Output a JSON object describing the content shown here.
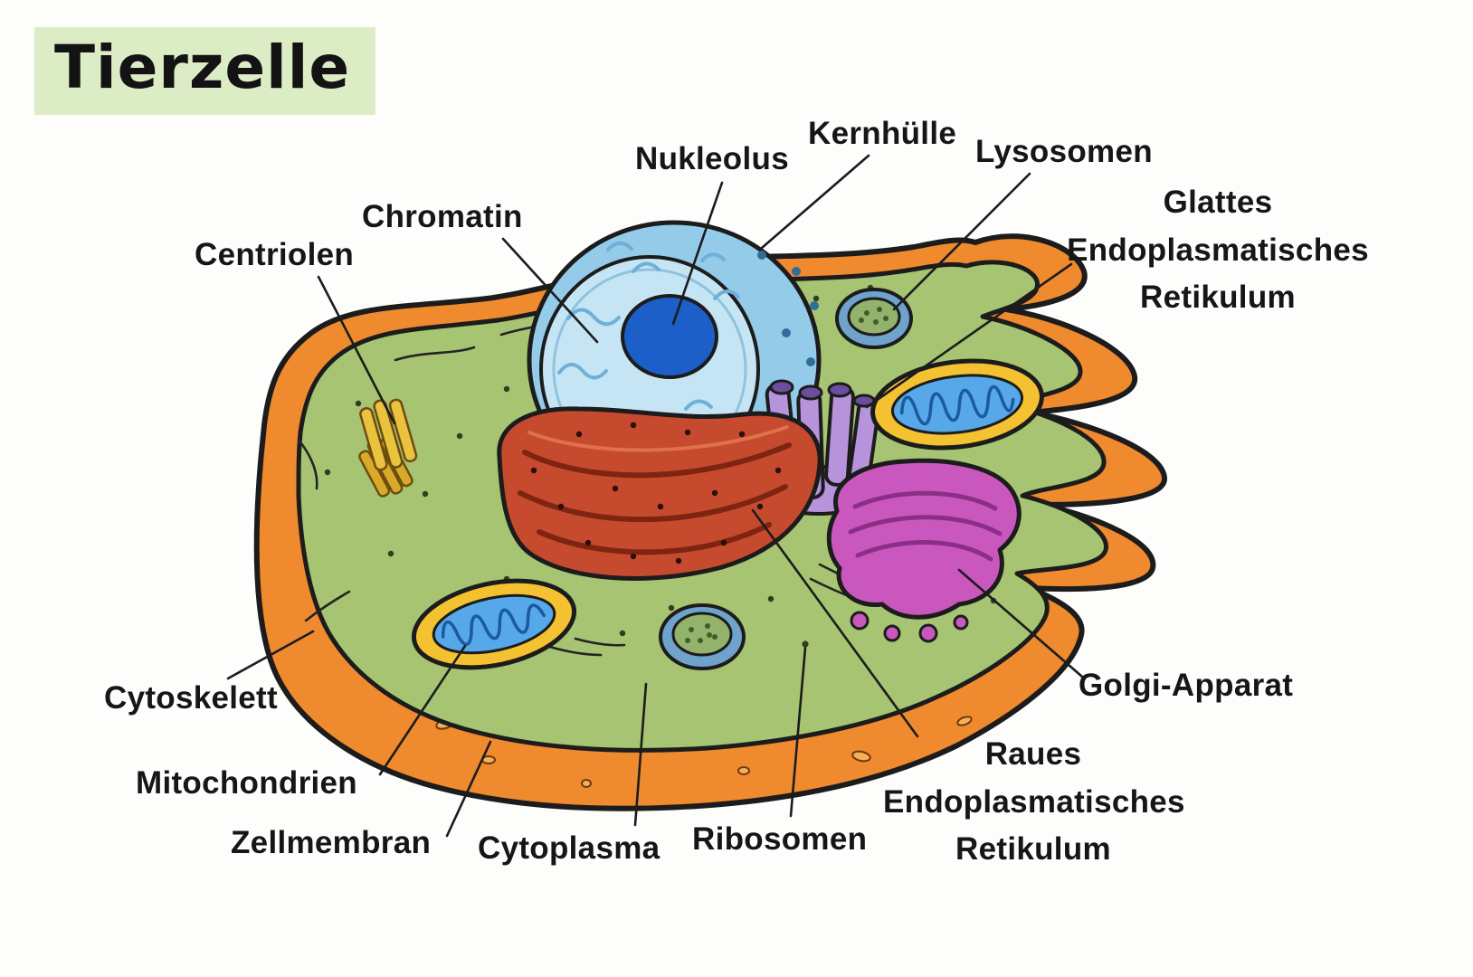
{
  "title": {
    "text": "Tierzelle"
  },
  "palette": {
    "title_bg": "#dcedc6",
    "membrane": "#F08A2E",
    "cytoplasm": "#A6C472",
    "nucleus": "#93CBE9",
    "nucleus_cut": "#C6E5F4",
    "nucleolus": "#1C5FC8",
    "rough_er": "#C64A2E",
    "smooth_er": "#B793DC",
    "smooth_er_mouth": "#6C4E9E",
    "golgi": "#C957BE",
    "mito_outer": "#F4C231",
    "mito_inner": "#56A8E8",
    "lysosome_outer": "#6FA3CC",
    "lysosome_inner": "#93B26B",
    "centriole_a": "#E9C23E",
    "centriole_b": "#D9A92C",
    "outline": "#1c1c1c"
  },
  "labels": {
    "nukleolus": "Nukleolus",
    "kernhuelle": "Kernhülle",
    "lysosomen": "Lysosomen",
    "chromatin": "Chromatin",
    "centriolen": "Centriolen",
    "cytoskelett": "Cytoskelett",
    "mitochondrien": "Mitochondrien",
    "zellmembran": "Zellmembran",
    "cytoplasma": "Cytoplasma",
    "ribosomen": "Ribosomen",
    "golgi": "Golgi-Apparat",
    "glattes_er": {
      "line1": "Glattes",
      "line2": "Endoplasmatisches",
      "line3": "Retikulum"
    },
    "raues_er": {
      "line1": "Raues",
      "line2": "Endoplasmatisches",
      "line3": "Retikulum"
    }
  }
}
